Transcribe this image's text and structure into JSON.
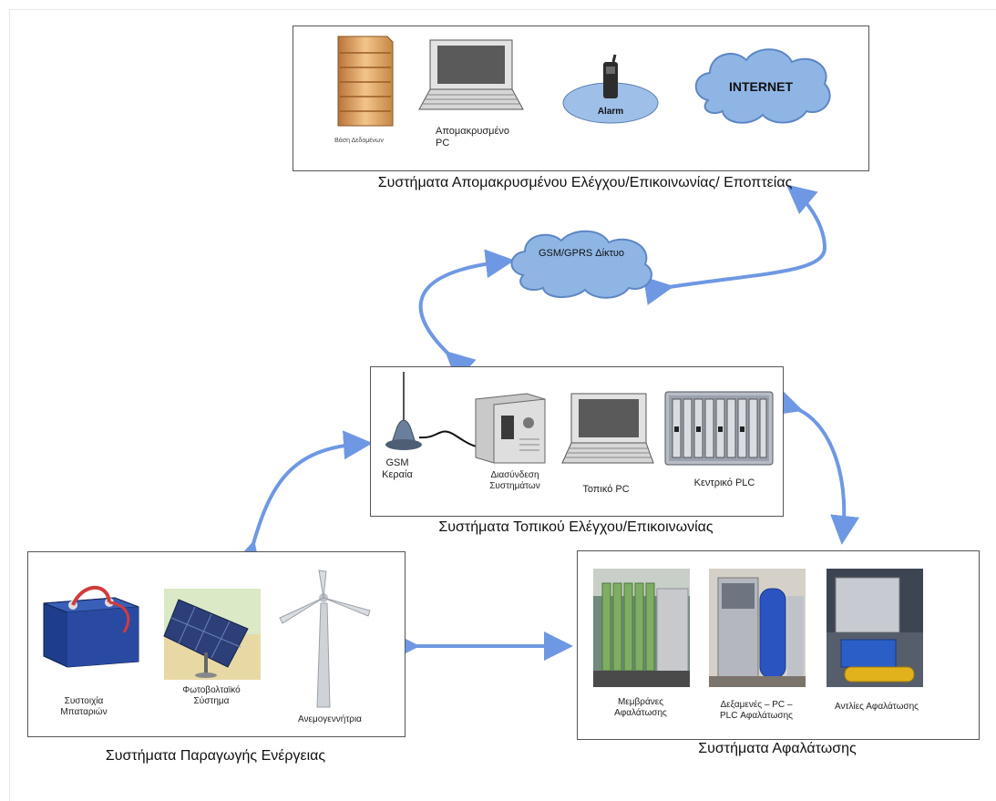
{
  "remote": {
    "database_label": "Βάση Δεδομένων",
    "remote_pc_label": "Απομακρυσμένο PC",
    "alarm_label": "Alarm",
    "internet_label": "INTERNET",
    "caption": "Συστήματα Απομακρυσμένου Ελέγχου/Επικοινωνίας/ Εποπτείας"
  },
  "network": {
    "gsm_gprs_label": "GSM/GPRS Δίκτυο"
  },
  "local": {
    "gsm_antenna_label": "GSM Κεραία",
    "interconnect_label": "Διασύνδεση Συστημάτων",
    "local_pc_label": "Τοπικό PC",
    "central_plc_label": "Κεντρικό PLC",
    "caption": "Συστήματα Τοπικού Ελέγχου/Επικοινωνίας"
  },
  "energy": {
    "battery_label": "Συστοιχία Μπαταριών",
    "pv_label": "Φωτοβολταϊκό Σύστημα",
    "wind_label": "Ανεμογεννήτρια",
    "caption": "Συστήματα Παραγωγής Ενέργειας"
  },
  "desal": {
    "membranes_label": "Μεμβράνες Αφαλάτωσης",
    "tanks_label": "Δεξαμενές – PC – PLC Αφαλάτωσης",
    "pumps_label": "Αντλίες Αφαλάτωσης",
    "caption": "Συστήματα Αφαλάτωσης"
  },
  "colors": {
    "arrow": "#6e98e3",
    "cloud_fill": "#8fb5e5",
    "box_border": "#555555"
  }
}
